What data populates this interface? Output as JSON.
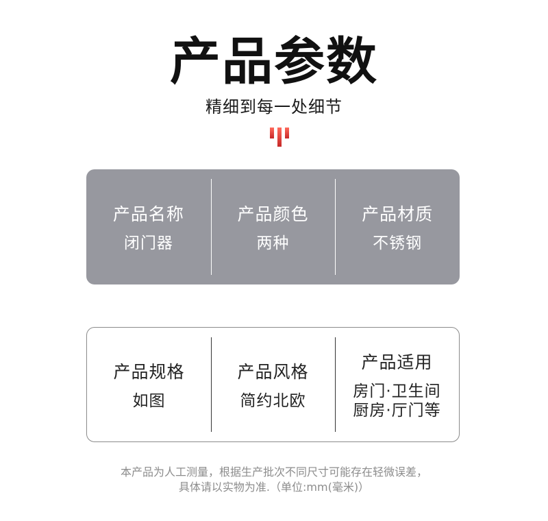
{
  "header": {
    "title": "产品参数",
    "subtitle": "精细到每一处细节",
    "accent_color": "#e53935"
  },
  "panel_top": {
    "bg_color": "#97989f",
    "cells": [
      {
        "label": "产品名称",
        "value": "闭门器"
      },
      {
        "label": "产品颜色",
        "value": "两种"
      },
      {
        "label": "产品材质",
        "value": "不锈钢"
      }
    ]
  },
  "panel_bottom": {
    "cells": [
      {
        "label": "产品规格",
        "value_lines": [
          "如图"
        ]
      },
      {
        "label": "产品风格",
        "value_lines": [
          "简约北欧"
        ]
      },
      {
        "label": "产品适用",
        "value_lines": [
          "房门·卫生间",
          "厨房·厅门等"
        ]
      }
    ]
  },
  "footer": {
    "note_line1": "本产品为人工测量，根据生产批次不同尺寸可能存在轻微误差，",
    "note_line2": "具体请以实物为准.（单位:mm(毫米)）"
  }
}
